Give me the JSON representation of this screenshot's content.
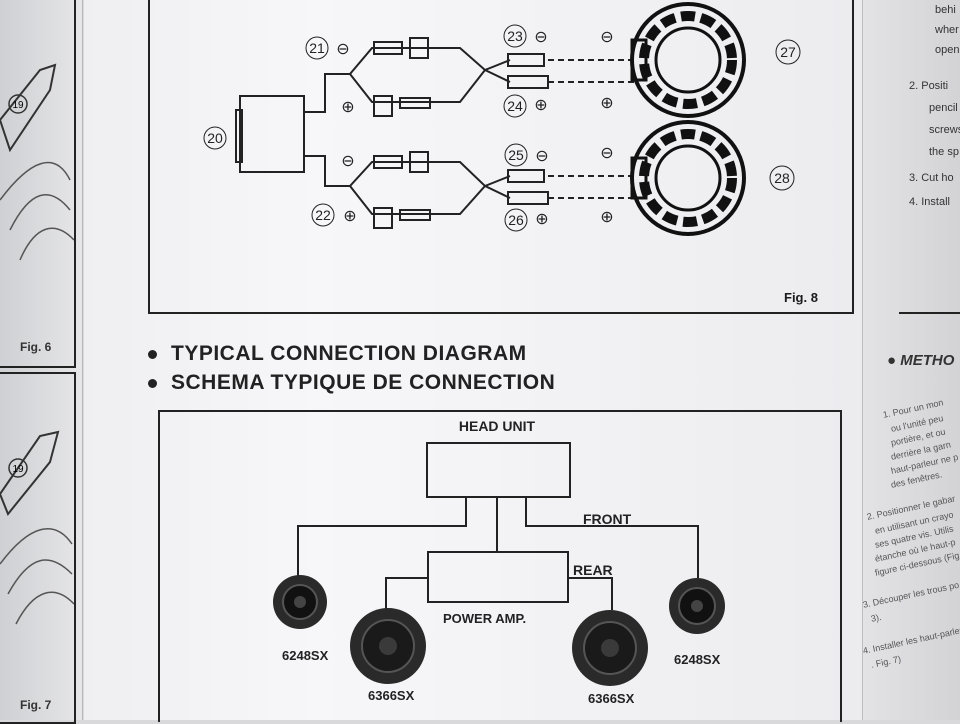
{
  "left_page": {
    "fig6_label": "Fig. 6",
    "fig7_label": "Fig. 7",
    "callout_19": "19"
  },
  "fig8": {
    "label": "Fig. 8",
    "callouts": [
      "21",
      "20",
      "22",
      "23",
      "24",
      "25",
      "26",
      "27",
      "28"
    ],
    "polarity": {
      "minus": "⊖",
      "plus": "⊕"
    }
  },
  "headings": {
    "en": "TYPICAL CONNECTION DIAGRAM",
    "fr": "SCHEMA TYPIQUE DE CONNECTION"
  },
  "connection_diagram": {
    "head_unit": "HEAD UNIT",
    "front": "FRONT",
    "rear": "REAR",
    "power_amp": "POWER AMP.",
    "speakers": {
      "front_left": "6248SX",
      "rear_left": "6366SX",
      "rear_right": "6366SX",
      "front_right": "6248SX"
    }
  },
  "right_page": {
    "lines": [
      "behi",
      "wher",
      "open",
      "2. Positi",
      "pencil",
      "screws",
      "the sp",
      "3. Cut ho",
      "4. Install"
    ],
    "method_heading": "● METHO",
    "fr_lines": [
      "1. Pour un mon",
      "ou l'unité peu",
      "portière, et ou",
      "derrière la garn",
      "haut-parleur ne p",
      "des fenêtres.",
      "2. Positionner le gabar",
      "en utilisant un crayo",
      "ses quatre vis. Utilis",
      "étanche où le haut-p",
      "figure ci-dessous (Fig.",
      "3. Découper les trous po",
      "3).",
      "4. Installer les haut-parleu",
      ". Fig. 7)"
    ]
  }
}
